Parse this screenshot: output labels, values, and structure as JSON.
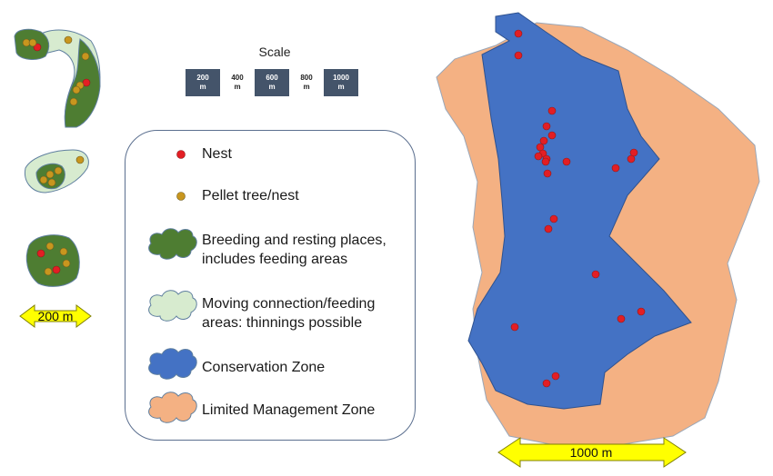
{
  "scale": {
    "title": "Scale",
    "segments": [
      {
        "label_line1": "200",
        "label_line2": "m",
        "style": "dark"
      },
      {
        "label_line1": "400",
        "label_line2": "m",
        "style": "light"
      },
      {
        "label_line1": "600",
        "label_line2": "m",
        "style": "dark"
      },
      {
        "label_line1": "800",
        "label_line2": "m",
        "style": "light"
      },
      {
        "label_line1": "1000",
        "label_line2": "m",
        "style": "dark"
      }
    ]
  },
  "legend": {
    "nest": "Nest",
    "pellet": "Pellet tree/nest",
    "breeding_line1": "Breeding and resting places,",
    "breeding_line2": "includes feeding areas",
    "moving_line1": "Moving connection/feeding",
    "moving_line2": "areas: thinnings possible",
    "conservation": "Conservation Zone",
    "limited": "Limited Management Zone"
  },
  "arrows": {
    "small": "200 m",
    "large": "1000 m"
  },
  "colors": {
    "nest": "#e31e24",
    "pellet": "#c8961e",
    "breeding": "#4e7d32",
    "moving": "#d7ebcf",
    "conservation": "#4472c4",
    "limited": "#f4b183",
    "arrow": "#ffff00"
  }
}
